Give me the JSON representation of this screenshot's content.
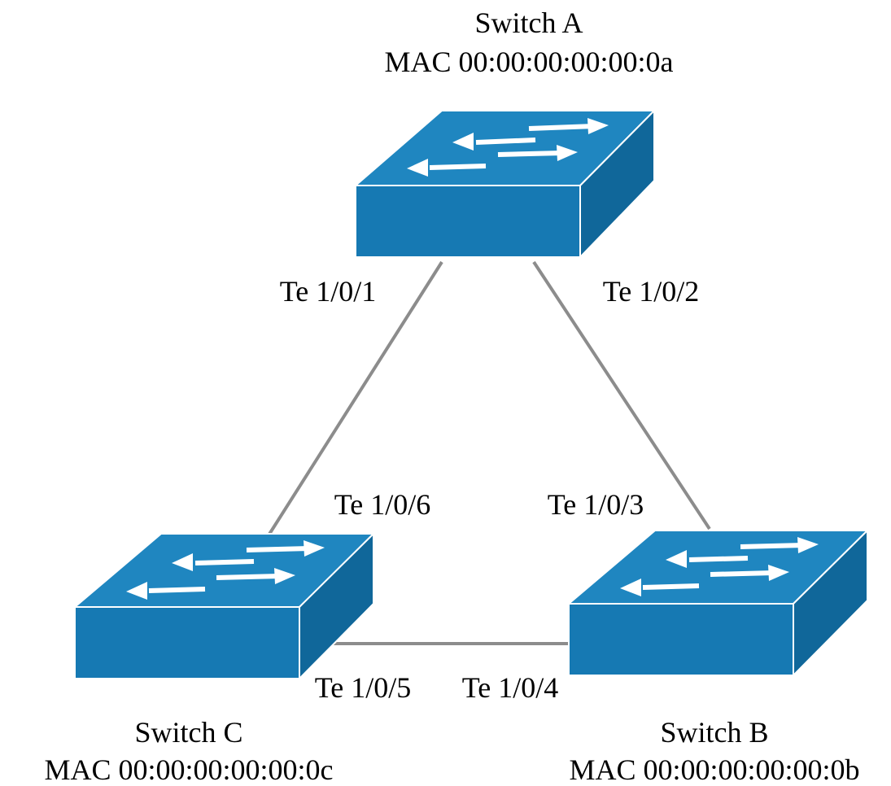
{
  "colors": {
    "background": "#ffffff",
    "link": "#8c8c8c",
    "switch_top": "#1f86c0",
    "switch_front": "#1679b3",
    "switch_side": "#10679a",
    "switch_outline": "#ffffff",
    "arrow": "#ffffff",
    "text": "#000000"
  },
  "icons": {
    "switch": "network-switch-icon",
    "arrow": "arrow-icon"
  },
  "switches": {
    "a": {
      "name": "Switch A",
      "mac": "MAC 00:00:00:00:00:0a"
    },
    "b": {
      "name": "Switch B",
      "mac": "MAC 00:00:00:00:00:0b"
    },
    "c": {
      "name": "Switch C",
      "mac": "MAC 00:00:00:00:00:0c"
    }
  },
  "links": [
    {
      "from": "Switch A",
      "to": "Switch C",
      "from_port": "Te 1/0/1",
      "to_port": "Te 1/0/6"
    },
    {
      "from": "Switch A",
      "to": "Switch B",
      "from_port": "Te 1/0/2",
      "to_port": "Te 1/0/3"
    },
    {
      "from": "Switch C",
      "to": "Switch B",
      "from_port": "Te 1/0/5",
      "to_port": "Te 1/0/4"
    }
  ]
}
